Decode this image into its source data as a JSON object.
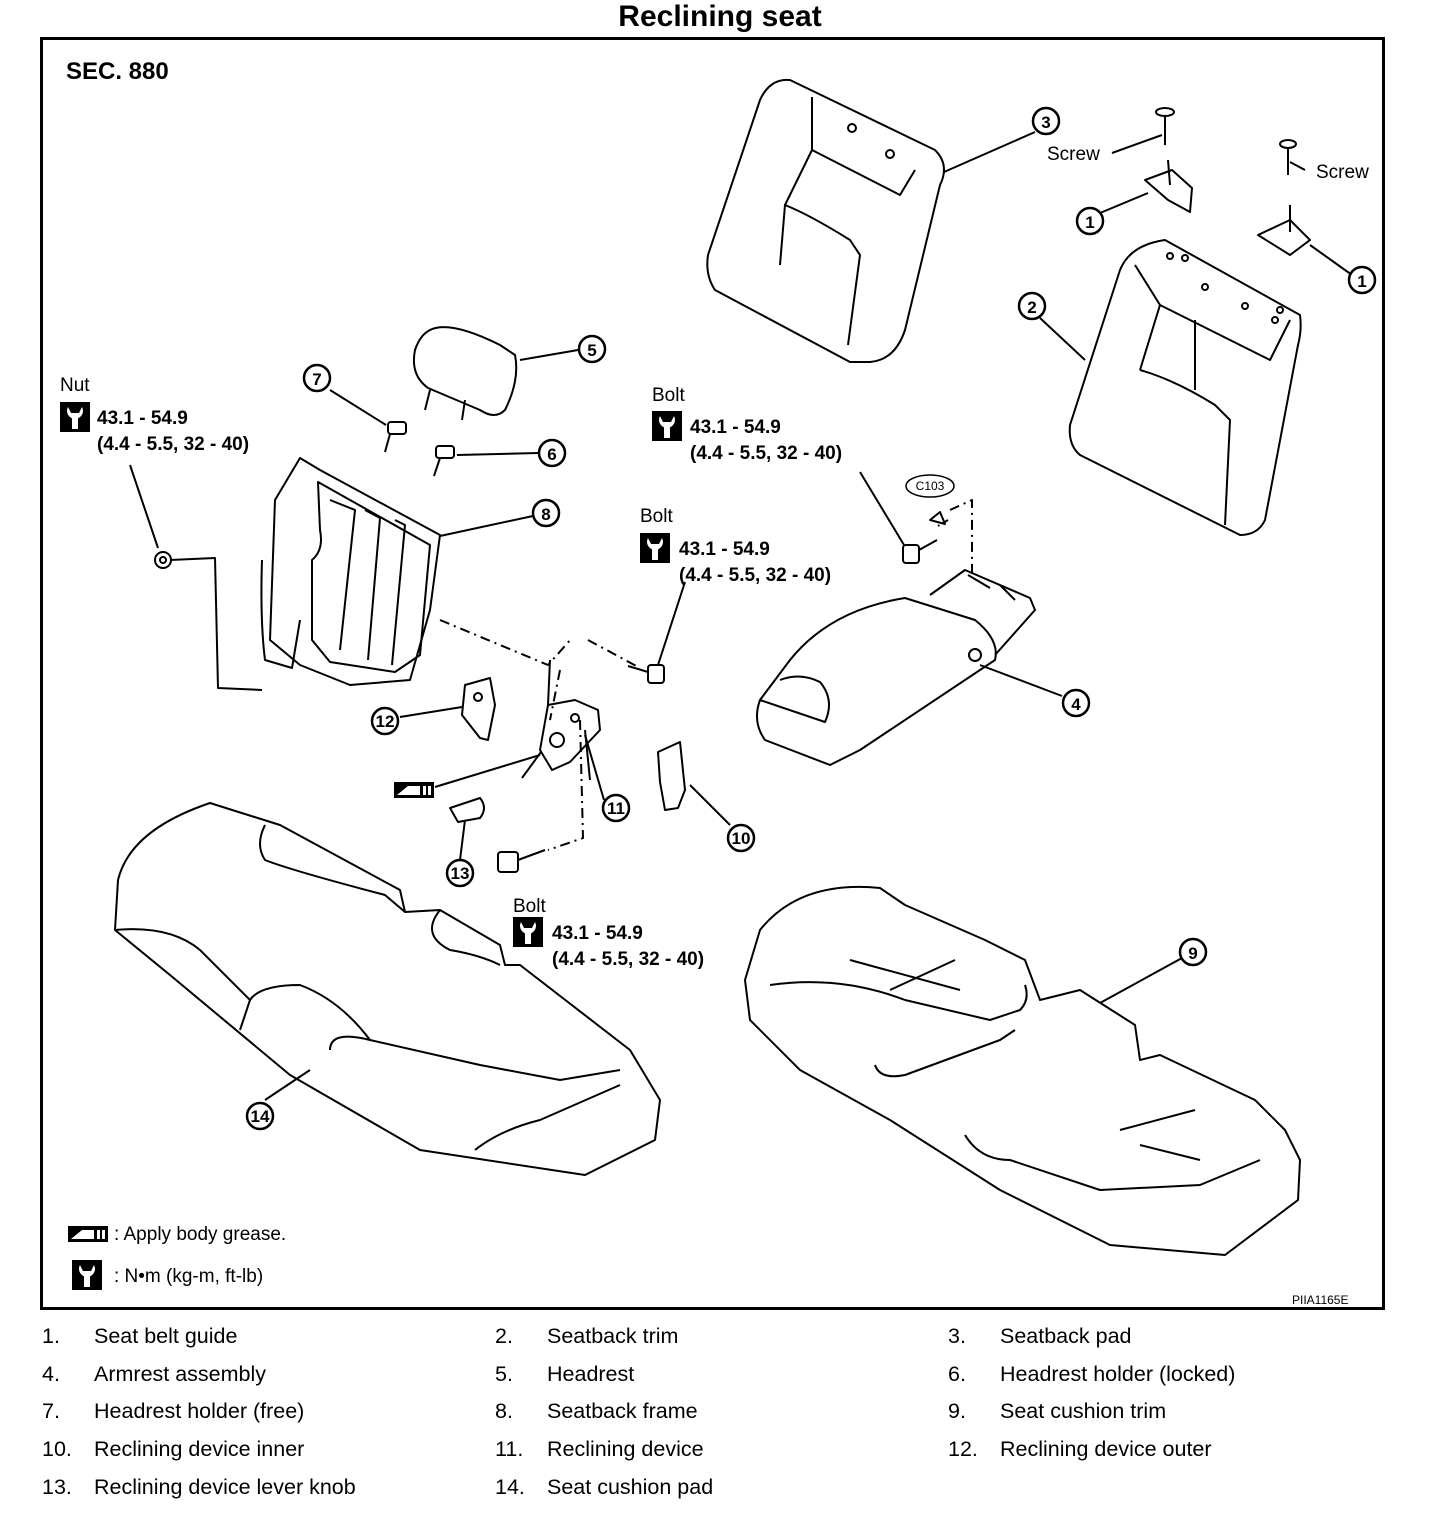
{
  "title": "Reclining seat",
  "section": "SEC. 880",
  "figure_code": "PIIA1165E",
  "labels": {
    "screw": "Screw",
    "nut": "Nut",
    "bolt": "Bolt",
    "c103": "C103"
  },
  "torque": {
    "value": "43.1 - 54.9",
    "alt": "(4.4 - 5.5, 32 - 40)"
  },
  "legend": {
    "grease": ": Apply body grease.",
    "units": ": N•m (kg-m, ft-lb)"
  },
  "icons": [
    "grease-icon",
    "torque-wrench-icon"
  ],
  "callouts": [
    "1",
    "2",
    "3",
    "4",
    "5",
    "6",
    "7",
    "8",
    "9",
    "10",
    "11",
    "12",
    "13",
    "14"
  ],
  "parts": [
    {
      "num": "1.",
      "name": "Seat belt guide"
    },
    {
      "num": "2.",
      "name": "Seatback trim"
    },
    {
      "num": "3.",
      "name": "Seatback pad"
    },
    {
      "num": "4.",
      "name": "Armrest assembly"
    },
    {
      "num": "5.",
      "name": "Headrest"
    },
    {
      "num": "6.",
      "name": "Headrest holder (locked)"
    },
    {
      "num": "7.",
      "name": "Headrest holder (free)"
    },
    {
      "num": "8.",
      "name": "Seatback frame"
    },
    {
      "num": "9.",
      "name": "Seat cushion trim"
    },
    {
      "num": "10.",
      "name": "Reclining device inner"
    },
    {
      "num": "11.",
      "name": "Reclining device"
    },
    {
      "num": "12.",
      "name": "Reclining device outer"
    },
    {
      "num": "13.",
      "name": "Reclining device lever knob"
    },
    {
      "num": "14.",
      "name": "Seat cushion pad"
    }
  ]
}
